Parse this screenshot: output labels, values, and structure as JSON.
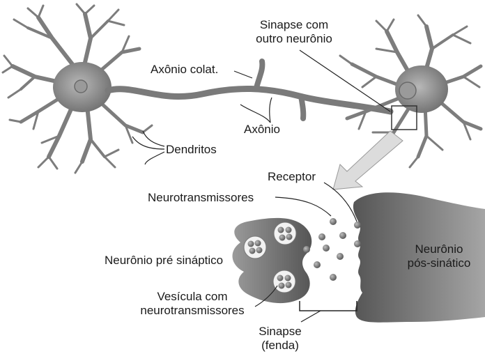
{
  "labels": {
    "synapse_other": [
      "Sinapse com",
      "outro neurônio"
    ],
    "axon_collateral": "Axônio colat.",
    "axon": "Axônio",
    "dendrites": "Dendritos",
    "receptor": "Receptor",
    "neurotransmitters": "Neurotransmissores",
    "presynaptic": "Neurônio pré sináptico",
    "postsynaptic": [
      "Neurônio",
      "pós-sinático"
    ],
    "vesicle": [
      "Vesícula com",
      "neurotransmissores"
    ],
    "synapse_cleft": [
      "Sinapse",
      "(fenda)"
    ]
  },
  "colors": {
    "neuron_fill": "#8f8f8f",
    "neuron_dark": "#5e5e5e",
    "vesicle_fill": "#f2f2f2",
    "transmitter": "#7a7a7a",
    "arrow_fill": "#d9d9d9"
  }
}
